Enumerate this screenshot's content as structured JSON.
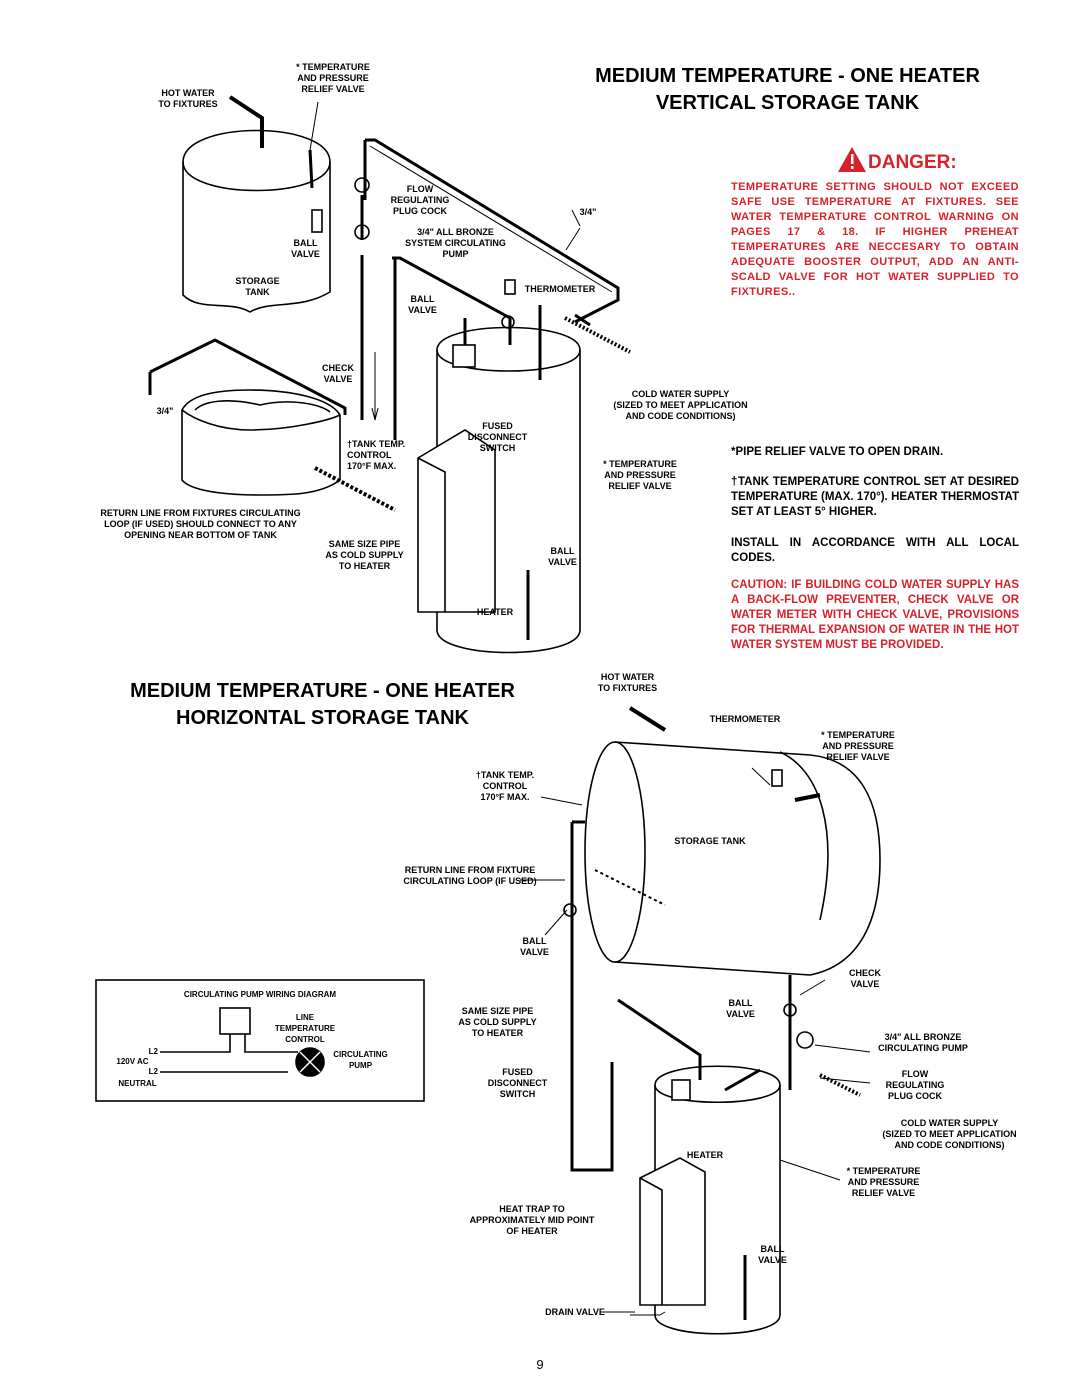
{
  "vertical_title": "MEDIUM TEMPERATURE - ONE HEATER\nVERTICAL STORAGE TANK",
  "horizontal_title": "MEDIUM TEMPERATURE - ONE HEATER\nHORIZONTAL STORAGE TANK",
  "danger": {
    "heading": "DANGER:",
    "text": "TEMPERATURE SETTING SHOULD NOT EXCEED SAFE USE TEMPERATURE AT FIXTURES. SEE WATER TEMPERATURE CONTROL WARNING ON PAGES 17 & 18. IF HIGHER PREHEAT TEMPERATURES ARE NECCESARY TO OBTAIN ADEQUATE BOOSTER OUTPUT, ADD AN ANTI-SCALD VALVE FOR HOT WATER SUPPLIED TO FIXTURES.."
  },
  "notes": {
    "relief": "*PIPE RELIEF VALVE TO OPEN DRAIN.",
    "tank_control": "†TANK TEMPERATURE CONTROL SET AT DESIRED TEMPERATURE (MAX. 170°). HEATER THERMOSTAT SET AT LEAST 5° HIGHER.",
    "codes": " INSTALL IN ACCORDANCE WITH ALL LOCAL CODES.",
    "caution": "CAUTION: IF BUILDING COLD WATER SUPPLY HAS A BACK-FLOW PREVENTER, CHECK VALVE OR WATER METER WITH CHECK VALVE, PROVISIONS FOR THERMAL EXPANSION OF WATER IN THE HOT WATER SYSTEM MUST BE PROVIDED."
  },
  "vertical_labels": {
    "relief_top": "* TEMPERATURE\nAND PRESSURE\nRELIEF VALVE",
    "hot_water": "HOT WATER\nTO FIXTURES",
    "flow": "FLOW\nREGULATING\nPLUG COCK",
    "three_quarter_a": "3/4\"",
    "three_quarter_b": "3/4\"",
    "pump": "3/4\" ALL BRONZE\nSYSTEM CIRCULATING\nPUMP",
    "ball_valve_1": "BALL\nVALVE",
    "storage_tank": "STORAGE\nTANK",
    "thermometer": "THERMOMETER",
    "ball_valve_2": "BALL\nVALVE",
    "check_valve": "CHECK\nVALVE",
    "cold_supply": "COLD WATER SUPPLY\n(SIZED TO MEET APPLICATION\nAND CODE CONDITIONS)",
    "fused": "FUSED\nDISCONNECT\nSWITCH",
    "tank_temp": "†TANK TEMP.\nCONTROL\n170°F MAX.",
    "relief_heater": "* TEMPERATURE\nAND PRESSURE\nRELIEF VALVE",
    "return_line": "RETURN LINE FROM FIXTURES CIRCULATING\nLOOP (IF USED) SHOULD CONNECT TO ANY\nOPENING NEAR BOTTOM OF TANK",
    "same_size": "SAME SIZE PIPE\nAS COLD SUPPLY\nTO HEATER",
    "ball_valve_3": "BALL\nVALVE",
    "heater": "HEATER"
  },
  "horizontal_labels": {
    "hot_water": "HOT WATER\nTO FIXTURES",
    "thermometer": "THERMOMETER",
    "relief_top": "* TEMPERATURE\nAND PRESSURE\nRELIEF VALVE",
    "tank_temp": "†TANK TEMP.\nCONTROL\n170°F MAX.",
    "storage_tank": "STORAGE TANK",
    "return_line": "RETURN LINE FROM FIXTURE\nCIRCULATING LOOP (IF USED)",
    "ball_valve_1": "BALL\nVALVE",
    "check_valve": "CHECK\nVALVE",
    "same_size": "SAME SIZE PIPE\nAS COLD SUPPLY\nTO HEATER",
    "ball_valve_2": "BALL\nVALVE",
    "pump": "3/4\" ALL BRONZE\nCIRCULATING PUMP",
    "fused": "FUSED\nDISCONNECT\nSWITCH",
    "flow": "FLOW\nREGULATING\nPLUG COCK",
    "cold_supply": "COLD WATER SUPPLY\n(SIZED TO MEET APPLICATION\nAND CODE CONDITIONS)",
    "heater": "HEATER",
    "relief_heater": "* TEMPERATURE\nAND PRESSURE\nRELIEF VALVE",
    "heat_trap": "HEAT TRAP TO\nAPPROXIMATELY MID POINT\nOF HEATER",
    "ball_valve_3": "BALL\nVALVE",
    "drain_valve": "DRAIN VALVE"
  },
  "wiring": {
    "title": "CIRCULATING PUMP WIRING DIAGRAM",
    "line": "LINE\nTEMPERATURE\nCONTROL",
    "l2_top": "L2",
    "voltage": "120V AC",
    "l2_bottom": "L2",
    "neutral": "NEUTRAL",
    "pump": "CIRCULATING\nPUMP"
  },
  "page_number": "9",
  "colors": {
    "warning_red": "#d8212a"
  }
}
